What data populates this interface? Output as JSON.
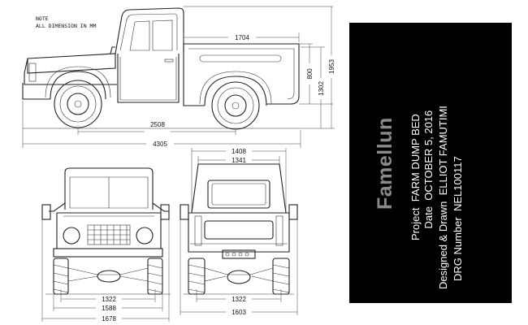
{
  "note": {
    "line1": "NOTE",
    "line2": "ALL DIMENSION IN MM"
  },
  "dimensions": {
    "bed_length": "1704",
    "bed_height": "800",
    "body_height": "1302",
    "overall_height": "1953",
    "wheelbase": "2508",
    "overall_length": "4305",
    "rear_roof_outer": "1408",
    "rear_roof_inner": "1341",
    "front_track": "1322",
    "front_axle_width": "1588",
    "front_overall_width": "1678",
    "rear_track": "1322",
    "rear_overall_width": "1603"
  },
  "title_block": {
    "brand": "Famellun",
    "project_label": "Project",
    "project_value": "FARM DUMP BED",
    "date_label": "Date",
    "date_value": "OCTOBER 5, 2016",
    "designer_label": "Designed & Drawn",
    "designer_value": "ELLIOT FAMUTIMI",
    "drg_label": "DRG Number",
    "drg_value": "NEL100117"
  }
}
